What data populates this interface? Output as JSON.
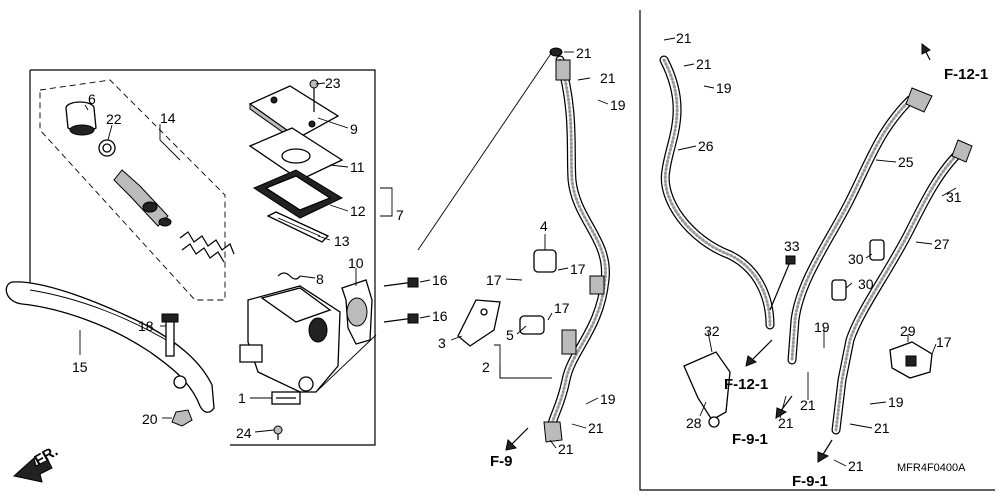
{
  "callouts": {
    "n1": "1",
    "n2": "2",
    "n3": "3",
    "n4": "4",
    "n5": "5",
    "n6": "6",
    "n7": "7",
    "n8": "8",
    "n9": "9",
    "n10": "10",
    "n11": "11",
    "n12": "12",
    "n13": "13",
    "n14": "14",
    "n15": "15",
    "n16a": "16",
    "n16b": "16",
    "n17a": "17",
    "n17b": "17",
    "n17c": "17",
    "n17d": "17",
    "n18": "18",
    "n19a": "19",
    "n19b": "19",
    "n19c": "19",
    "n19d": "19",
    "n19e": "19",
    "n20": "20",
    "n21a": "21",
    "n21b": "21",
    "n21c": "21",
    "n21d": "21",
    "n21e": "21",
    "n21f": "21",
    "n21g": "21",
    "n21h": "21",
    "n21i": "21",
    "n21j": "21",
    "n22": "22",
    "n23": "23",
    "n24": "24",
    "n25": "25",
    "n26": "26",
    "n27": "27",
    "n28": "28",
    "n29": "29",
    "n30a": "30",
    "n30b": "30",
    "n31": "31",
    "n32": "32",
    "n33": "33"
  },
  "references": {
    "f9": "F-9",
    "f121_top": "F-12-1",
    "f121_mid": "F-12-1",
    "f91_mid": "F-9-1",
    "f91_bot": "F-9-1"
  },
  "front_marker": "FR.",
  "diagram_code": "MFR4F0400A"
}
